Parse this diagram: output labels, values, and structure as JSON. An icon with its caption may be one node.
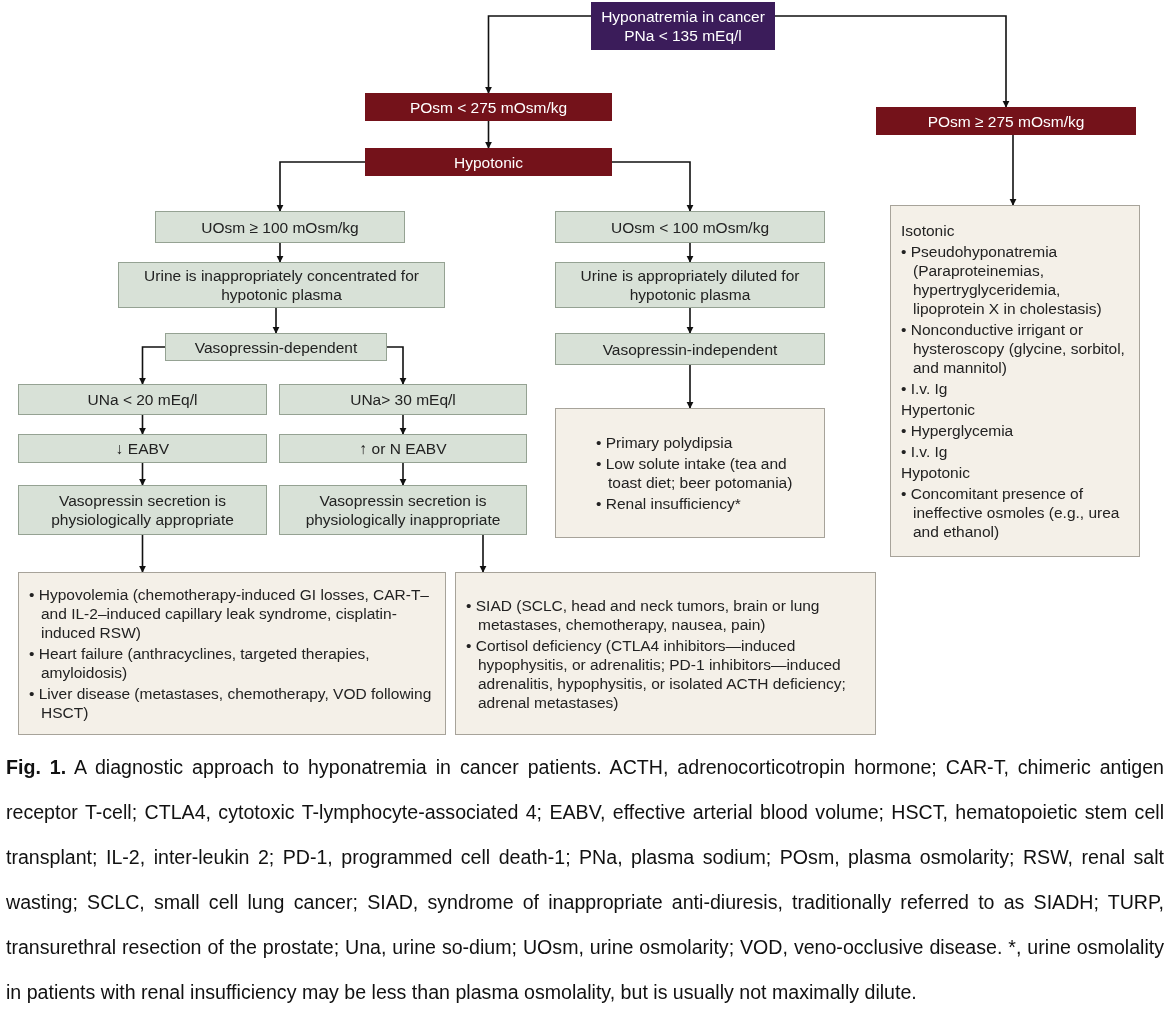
{
  "diagram": {
    "caption": "**Fig. 1.** A diagnostic approach to hyponatremia in cancer patients. ACTH, adrenocorticotropin hormone; CAR-T, chimeric antigen receptor T-cell; CTLA4, cytotoxic T-lymphocyte-associated 4; EABV, effective arterial blood volume; HSCT, hematopoietic stem cell transplant; IL-2, inter-leukin 2; PD-1, programmed cell death-1; PNa, plasma sodium; POsm, plasma osmolarity; RSW, renal salt wasting; SCLC, small cell lung cancer; SIAD, syndrome of inappropriate anti-diuresis, traditionally referred to as SIADH; TURP, transurethral resection of the prostate; Una, urine so-dium; UOsm, urine osmolarity; VOD, veno-occlusive disease. *, urine osmolality in patients with renal insufficiency may be less than plasma osmolality, but is usually not maximally dilute.",
    "nodes": [
      {
        "text": [
          "Hyponatremia in cancer PNa < 135 mEq/l"
        ]
      },
      {
        "text": [
          "POsm < 275 mOsm/kg"
        ]
      },
      {
        "text": [
          "POsm ≥ 275 mOsm/kg"
        ]
      },
      {
        "text": [
          "Hypotonic"
        ]
      },
      {
        "text": [
          "UOsm ≥ 100 mOsm/kg"
        ]
      },
      {
        "text": [
          "Urine is inappropriately concentrated for hypotonic plasma"
        ]
      },
      {
        "text": [
          "Vasopressin-dependent"
        ]
      },
      {
        "text": [
          "UNa < 20 mEq/l"
        ]
      },
      {
        "text": [
          "UNa> 30 mEq/l"
        ]
      },
      {
        "text": [
          "↓ EABV"
        ]
      },
      {
        "text": [
          "↑ or N EABV"
        ]
      },
      {
        "text": [
          "Vasopressin secretion is physiologically appropriate"
        ]
      },
      {
        "text": [
          "Vasopressin secretion is physiologically inappropriate"
        ]
      },
      {
        "text": [
          "UOsm < 100 mOsm/kg"
        ]
      },
      {
        "text": [
          "Urine is appropriately diluted for hypotonic plasma"
        ]
      },
      {
        "text": [
          "Vasopressin-independent"
        ]
      },
      {
        "text": [
          "• Primary polydipsia",
          "• Low solute intake (tea and toast diet; beer potomania)",
          "• Renal insufficiency*"
        ]
      },
      {
        "text": [
          "Isotonic",
          "• Pseudohyponatremia (Paraproteinemias, hypertryglyceridemia, lipoprotein X in cholestasis)",
          "• Nonconductive irrigant or hysteroscopy (glycine, sorbitol, and mannitol)",
          "• I.v. Ig",
          "Hypertonic",
          "• Hyperglycemia",
          "• I.v. Ig",
          "Hypotonic",
          "• Concomitant presence of ineffective osmoles (e.g., urea and ethanol)"
        ]
      },
      {
        "text": [
          "• Hypovolemia (chemotherapy-induced GI losses, CAR-T– and IL-2–induced capillary leak syndrome, cisplatin-induced RSW)",
          "• Heart failure (anthracyclines, targeted therapies, amyloidosis)",
          "• Liver disease (metastases, chemotherapy, VOD following HSCT)"
        ]
      },
      {
        "text": [
          "• SIAD (SCLC, head and neck tumors, brain or lung metastases, chemotherapy, nausea, pain)",
          "• Cortisol deficiency (CTLA4 inhibitors—induced hypophysitis, or adrenalitis; PD-1 inhibitors—induced adrenalitis, hypophysitis, or isolated ACTH deficiency; adrenal metastases)"
        ]
      }
    ],
    "edges": [
      {
        "from": 0,
        "to": 1,
        "arrow": "to"
      },
      {
        "from": 0,
        "to": 2,
        "arrow": "to"
      },
      {
        "from": 1,
        "to": 3,
        "arrow": "to"
      },
      {
        "from": 3,
        "to": 4,
        "arrow": "to"
      },
      {
        "from": 3,
        "to": 13,
        "arrow": "to"
      },
      {
        "from": 4,
        "to": 5,
        "arrow": "to"
      },
      {
        "from": 5,
        "to": 6,
        "arrow": "to"
      },
      {
        "from": 6,
        "to": 7,
        "arrow": "to"
      },
      {
        "from": 6,
        "to": 8,
        "arrow": "to"
      },
      {
        "from": 7,
        "to": 9,
        "arrow": "to"
      },
      {
        "from": 8,
        "to": 10,
        "arrow": "to"
      },
      {
        "from": 9,
        "to": 11,
        "arrow": "to"
      },
      {
        "from": 10,
        "to": 12,
        "arrow": "to"
      },
      {
        "from": 11,
        "to": 18,
        "arrow": "to"
      },
      {
        "from": 12,
        "to": 19,
        "arrow": "to"
      },
      {
        "from": 13,
        "to": 14,
        "arrow": "to"
      },
      {
        "from": 14,
        "to": 15,
        "arrow": "to"
      },
      {
        "from": 15,
        "to": 16,
        "arrow": "to"
      },
      {
        "from": 2,
        "to": 17,
        "arrow": "to"
      }
    ]
  }
}
